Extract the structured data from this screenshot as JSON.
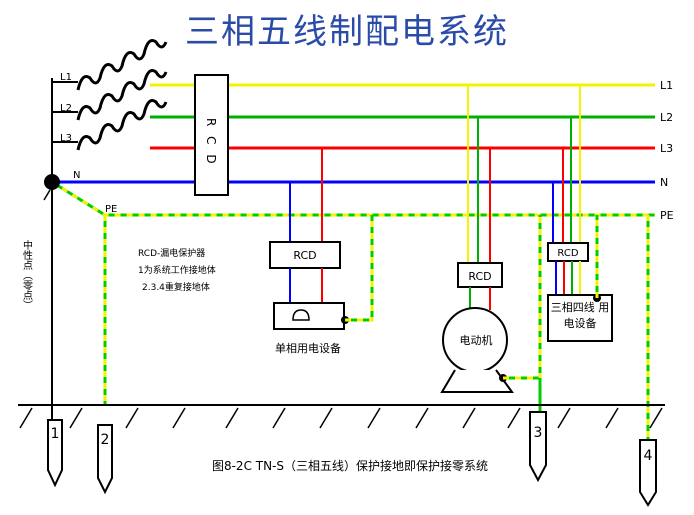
{
  "title": "三相五线制配电系统",
  "lines": {
    "left": [
      "L1",
      "L2",
      "L3"
    ],
    "right": [
      "L1",
      "L2",
      "L3",
      "N",
      "PE"
    ],
    "n_left": "N",
    "pe_left": "PE"
  },
  "rcd_main": "R C D",
  "neutral_point": "中性点（零点）",
  "notes": [
    "RCD-漏电保护器",
    "1为系统工作接地体",
    "2.3.4重复接地体"
  ],
  "devices": {
    "rcd1": "RCD",
    "rcd2": "RCD",
    "rcd3": "RCD",
    "single_phase": "单相用电设备",
    "motor": "电动机",
    "three_phase_4wire": "三相四线 用电设备"
  },
  "grounds": [
    "1",
    "2",
    "3",
    "4"
  ],
  "caption": "图8-2C TN-S（三相五线）保护接地即保护接零系统",
  "colors": {
    "L1": "#f5f200",
    "L2": "#00b000",
    "L3": "#ff0000",
    "N": "#0000ff",
    "PE_green": "#00cc00",
    "PE_yellow": "#f5f200",
    "title": "#2a4ba8"
  }
}
